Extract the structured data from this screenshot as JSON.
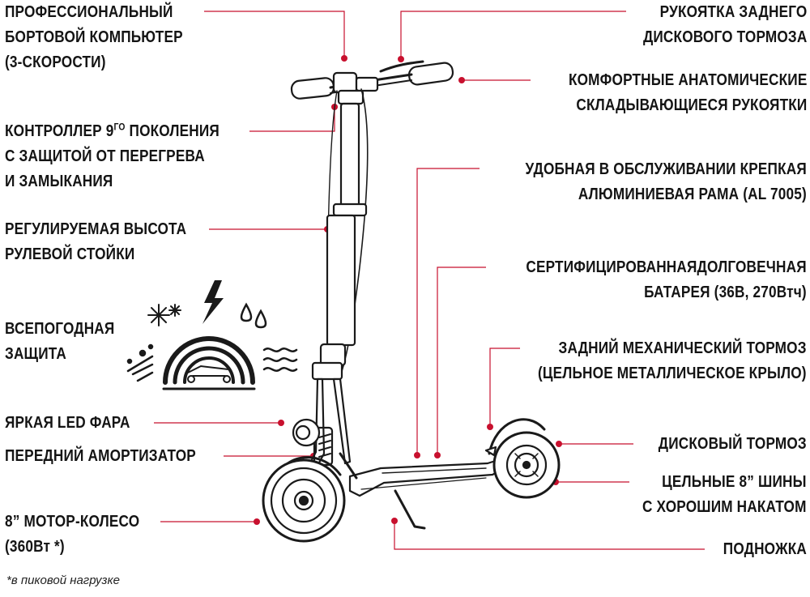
{
  "colors": {
    "accent": "#c8102e",
    "ink": "#141414"
  },
  "footnote": "*в пиковой нагрузке",
  "callouts": {
    "computer": [
      "ПРОФЕССИОНАЛЬНЫЙ",
      "БОРТОВОЙ КОМПЬЮТЕР",
      "(3-СКОРОСТИ)"
    ],
    "controller": {
      "l1_pre": "КОНТРОЛЛЕР 9",
      "l1_sup": "ГО",
      "l1_post": " ПОКОЛЕНИЯ",
      "l2": "С ЗАЩИТОЙ ОТ ПЕРЕГРЕВА",
      "l3": "И ЗАМЫКАНИЯ"
    },
    "height": [
      "РЕГУЛИРУЕМАЯ ВЫСОТА",
      "РУЛЕВОЙ СТОЙКИ"
    ],
    "weather": [
      "ВСЕПОГОДНАЯ",
      "ЗАЩИТА"
    ],
    "led": "ЯРКАЯ LED ФАРА",
    "shock": "ПЕРЕДНИЙ АМОРТИЗАТОР",
    "motor": [
      "8” МОТОР-КОЛЕСО",
      "(360Вт *)"
    ],
    "rear_brake_handle": [
      "РУКОЯТКА ЗАДНЕГО",
      "ДИСКОВОГО ТОРМОЗА"
    ],
    "grips": [
      "КОМФОРТНЫЕ АНАТОМИЧЕСКИЕ",
      "СКЛАДЫВАЮЩИЕСЯ РУКОЯТКИ"
    ],
    "frame": [
      "УДОБНАЯ В ОБСЛУЖИВАНИИ КРЕПКАЯ",
      "АЛЮМИНИЕВАЯ РАМА (AL 7005)"
    ],
    "battery": [
      "СЕРТИФИЦИРОВАННАЯДОЛГОВЕЧНАЯ",
      "БАТАРЕЯ (36В, 270Втч)"
    ],
    "mech_brake": [
      "ЗАДНИЙ МЕХАНИЧЕСКИЙ ТОРМОЗ",
      "(ЦЕЛЬНОЕ МЕТАЛЛИЧЕСКОЕ КРЫЛО)"
    ],
    "disc": "ДИСКОВЫЙ ТОРМОЗ",
    "tires": [
      "ЦЕЛЬНЫЕ 8” ШИНЫ",
      "С ХОРОШИМ НАКАТОМ"
    ],
    "kickstand": "ПОДНОЖКА"
  },
  "icons": [
    "snowflake-icon",
    "lightning-icon",
    "water-drops-icon",
    "wind-icon",
    "dust-icon",
    "protection-dome-icon"
  ]
}
